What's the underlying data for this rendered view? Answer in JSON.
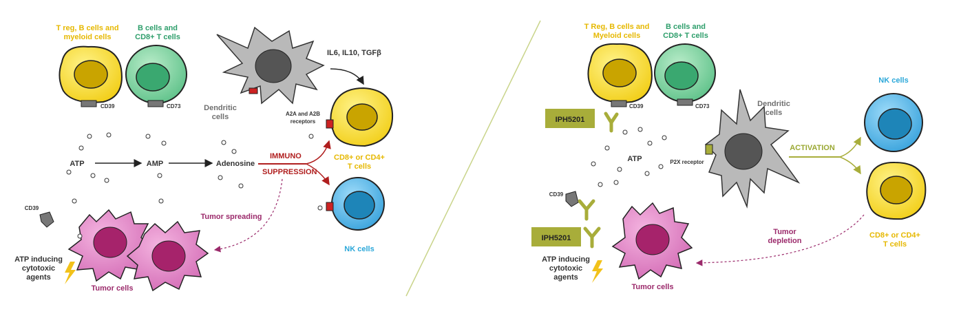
{
  "colors": {
    "yellow_cell": "#f7e04a",
    "green_cell": "#7fd0a0",
    "blue_cell": "#58b8e8",
    "tumor_pink": "#e08ac8",
    "dendritic_gray": "#b9b9b9",
    "suppression_red": "#b01e1e",
    "olive_drug": "#a8ad3a",
    "divider": "#c9d48a"
  },
  "left": {
    "treg_label": [
      "T reg, B cells and",
      "myeloid cells"
    ],
    "bcells_label": [
      "B cells and",
      "CD8+ T cells"
    ],
    "cd39": "CD39",
    "cd73": "CD73",
    "cytokines": "IL6, IL10, TGFβ",
    "dendritic": [
      "Dendritic",
      "cells"
    ],
    "receptors": [
      "A2A and A2B",
      "receptors"
    ],
    "atp": "ATP",
    "amp": "AMP",
    "adenosine": "Adenosine",
    "immuno": "IMMUNO",
    "suppression": "SUPPRESSION",
    "cd8_cd4": [
      "CD8+ or CD4+",
      "T cells"
    ],
    "nk": "NK cells",
    "tumor_spreading": "Tumor spreading",
    "cd39_free": "CD39",
    "atp_inducing": [
      "ATP inducing",
      "cytotoxic",
      "agents"
    ],
    "tumor_cells": "Tumor cells"
  },
  "right": {
    "treg_label": [
      "T Reg, B cells and",
      "Myeloid cells"
    ],
    "bcells_label": [
      "B cells and",
      "CD8+ T cells"
    ],
    "cd39": "CD39",
    "cd73": "CD73",
    "dendritic": [
      "Dendritic",
      "cells"
    ],
    "iph_top": "IPH5201",
    "iph_bottom": "IPH5201",
    "atp": "ATP",
    "p2x": "P2X receptor",
    "activation": "ACTIVATION",
    "nk": "NK cells",
    "cd8_cd4": [
      "CD8+ or CD4+",
      "T cells"
    ],
    "cd39_free": "CD39",
    "tumor_depletion": [
      "Tumor",
      "depletion"
    ],
    "atp_inducing": [
      "ATP inducing",
      "cytotoxic",
      "agents"
    ],
    "tumor_cells": "Tumor cells"
  }
}
